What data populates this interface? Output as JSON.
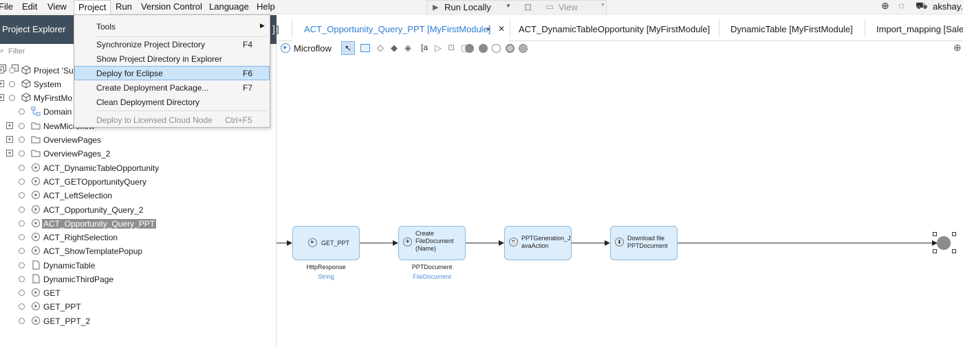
{
  "menubar": {
    "items": [
      "File",
      "Edit",
      "View",
      "Project",
      "Run",
      "Version Control",
      "Language",
      "Help"
    ],
    "active": "Project",
    "run_label": "Run Locally",
    "view_label": "View",
    "user": "akshay.c"
  },
  "dropdown": {
    "items": [
      {
        "label": "Tools",
        "shortcut": "",
        "submenu": true
      },
      {
        "label": "Synchronize Project Directory",
        "shortcut": "F4"
      },
      {
        "label": "Show Project Directory in Explorer",
        "shortcut": ""
      },
      {
        "label": "Deploy for Eclipse",
        "shortcut": "F6",
        "highlighted": true
      },
      {
        "label": "Create Deployment Package...",
        "shortcut": "F7"
      },
      {
        "label": "Clean Deployment Directory",
        "shortcut": ""
      },
      {
        "label": "Deploy to Licensed Cloud Node",
        "shortcut": "Ctrl+F5",
        "disabled": true
      }
    ]
  },
  "explorer": {
    "title": "Project Explorer",
    "filter_placeholder": "Filter",
    "tree": [
      {
        "label": "Project 'Su",
        "icon": "box-icon"
      },
      {
        "label": "System",
        "icon": "box-icon"
      },
      {
        "label": "MyFirstMo",
        "icon": "box-icon"
      },
      {
        "label": "Domain Model",
        "icon": "domain-model-icon"
      },
      {
        "label": "NewMicroflow",
        "icon": "folder-icon"
      },
      {
        "label": "OverviewPages",
        "icon": "folder-icon"
      },
      {
        "label": "OverviewPages_2",
        "icon": "folder-icon"
      },
      {
        "label": "ACT_DynamicTableOpportunity",
        "icon": "microflow-icon"
      },
      {
        "label": "ACT_GETOpportunityQuery",
        "icon": "microflow-icon"
      },
      {
        "label": "ACT_LeftSelection",
        "icon": "microflow-icon"
      },
      {
        "label": "ACT_Opportunity_Query_2",
        "icon": "microflow-icon"
      },
      {
        "label": "ACT_Opportunity_Query_PPT",
        "icon": "microflow-icon",
        "selected": true
      },
      {
        "label": "ACT_RightSelection",
        "icon": "microflow-icon"
      },
      {
        "label": "ACT_ShowTemplatePopup",
        "icon": "microflow-icon"
      },
      {
        "label": "DynamicTable",
        "icon": "page-icon"
      },
      {
        "label": "DynamicThirdPage",
        "icon": "page-icon"
      },
      {
        "label": "GET",
        "icon": "microflow-icon"
      },
      {
        "label": "GET_PPT",
        "icon": "microflow-icon"
      },
      {
        "label": "GET_PPT_2",
        "icon": "microflow-icon"
      }
    ]
  },
  "tabs": [
    {
      "label": "]"
    },
    {
      "label": "ACT_Opportunity_Query_PPT [MyFirstModule]",
      "active": true,
      "dot": "●",
      "close": "✕"
    },
    {
      "label": "ACT_DynamicTableOpportunity [MyFirstModule]"
    },
    {
      "label": "DynamicTable [MyFirstModule]"
    },
    {
      "label": "Import_mapping [Sale"
    }
  ],
  "toolbar": {
    "label": "Microflow"
  },
  "flow": {
    "nodes": [
      {
        "lines": [
          "GET_PPT"
        ],
        "caption": "HttpResponse",
        "subcaption": "String",
        "icon": "microflow-call-icon"
      },
      {
        "lines": [
          "Create",
          "FileDocument",
          "(Name)"
        ],
        "caption": "PPTDocument",
        "subcaption": "FileDocument",
        "icon": "create-object-icon"
      },
      {
        "lines": [
          "PPTGeneration_J",
          "avaAction"
        ],
        "caption": "",
        "subcaption": "",
        "icon": "java-action-icon"
      },
      {
        "lines": [
          "Download file",
          "PPTDocument"
        ],
        "caption": "",
        "subcaption": "",
        "icon": "download-icon"
      }
    ]
  },
  "colors": {
    "accent": "#4a90d9",
    "header": "#3f4e5c",
    "node_fill": "#dcedfb",
    "highlight": "#cce4f7"
  }
}
